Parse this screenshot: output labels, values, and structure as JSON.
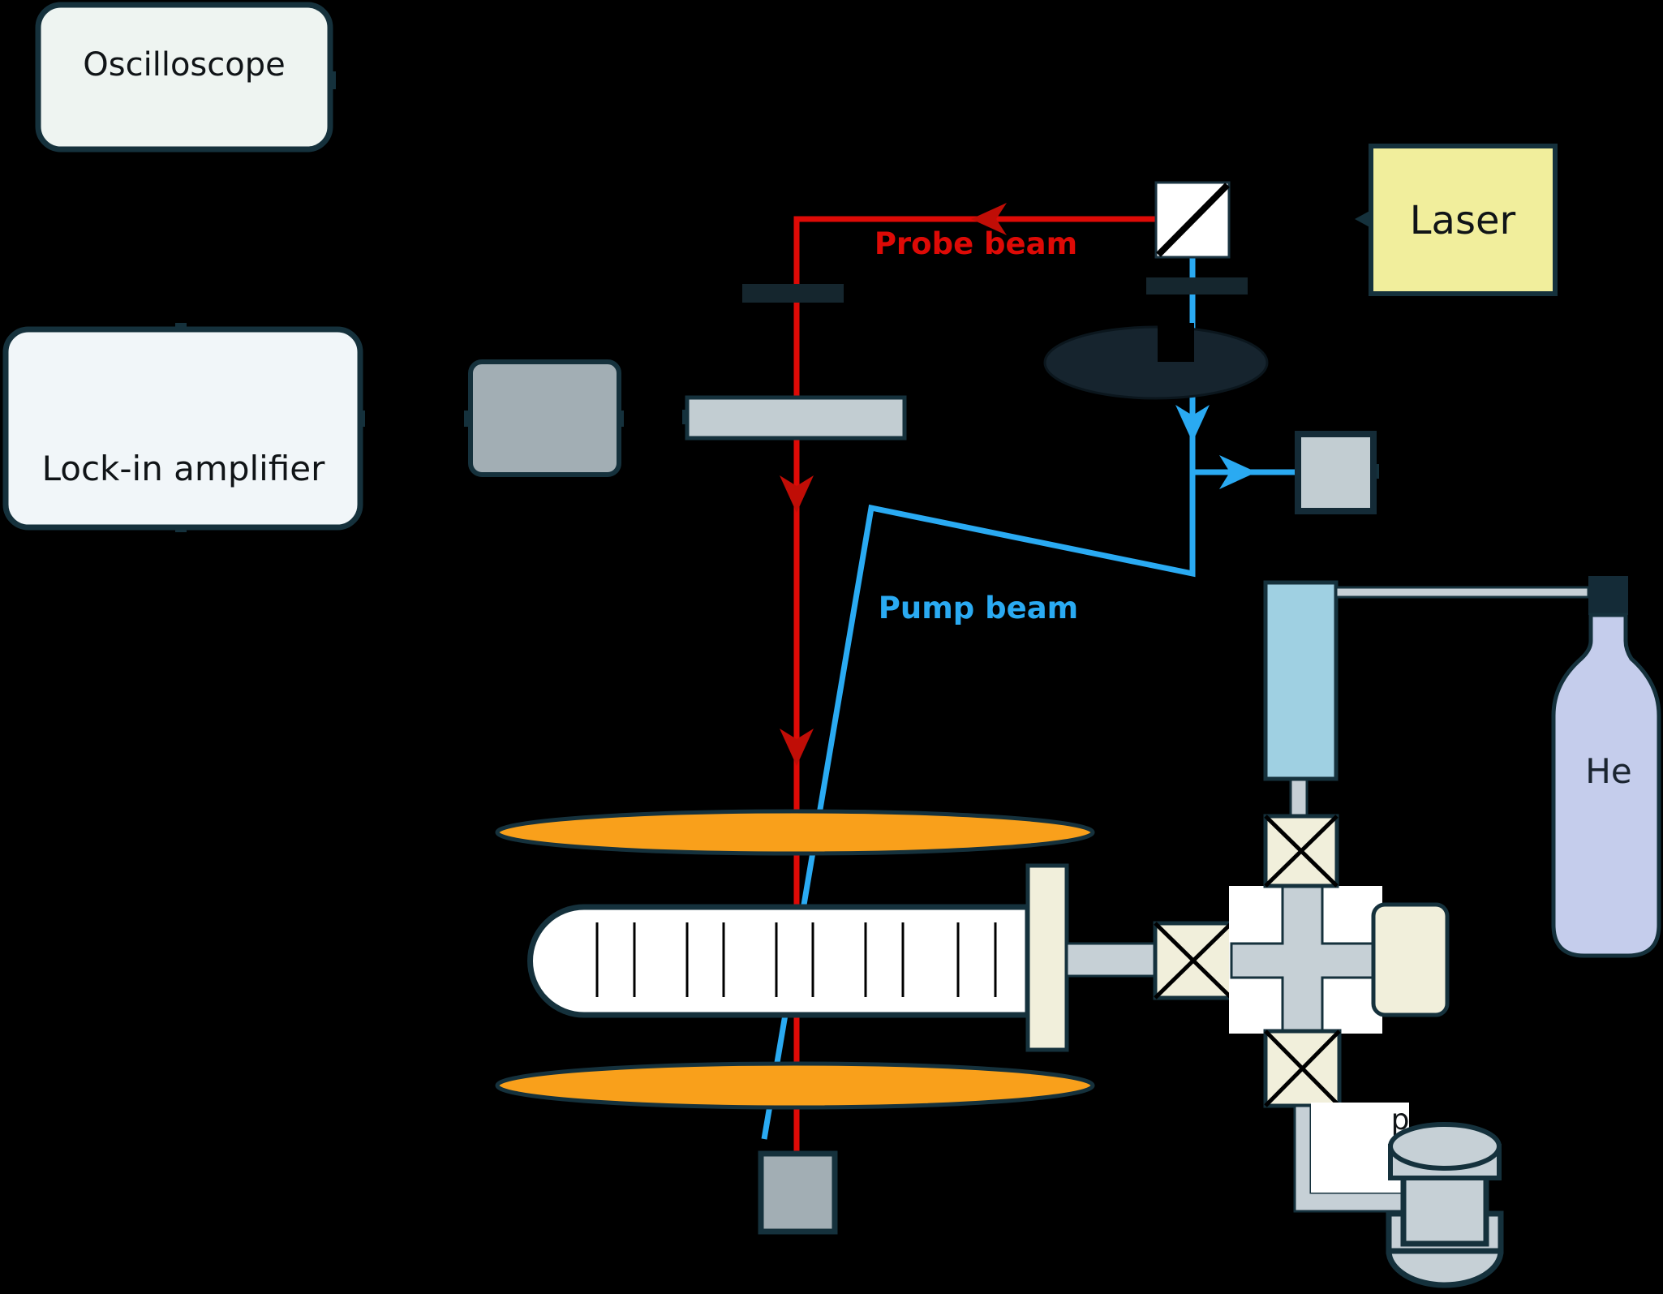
{
  "labels": {
    "oscilloscope": "Oscilloscope",
    "lock_in_amplifier": "Lock-in amplifier",
    "laser": "Laser",
    "probe_beam": "Probe beam",
    "pump_beam": "Pump beam",
    "helium": "He",
    "pressure": "p"
  },
  "colors": {
    "background": "#000000",
    "probe_beam": "#de0a06",
    "probe_arrow": "#c00d06",
    "pump_beam": "#2aaaf2",
    "laser_fill": "#f1ee9c",
    "coil_orange": "#f9a01b",
    "box_border": "#15313c",
    "instrument_fill_light": "#eef4f1",
    "gray_fill": "#a2aeb4",
    "light_gray_fill": "#c2cdd2",
    "cream_fill": "#f1efdb",
    "chopper_fill": "#16242e",
    "gauge_fill": "#9fd0e2",
    "helium_fill": "#c5cdec",
    "pipe_fill": "#c6d0d6"
  }
}
